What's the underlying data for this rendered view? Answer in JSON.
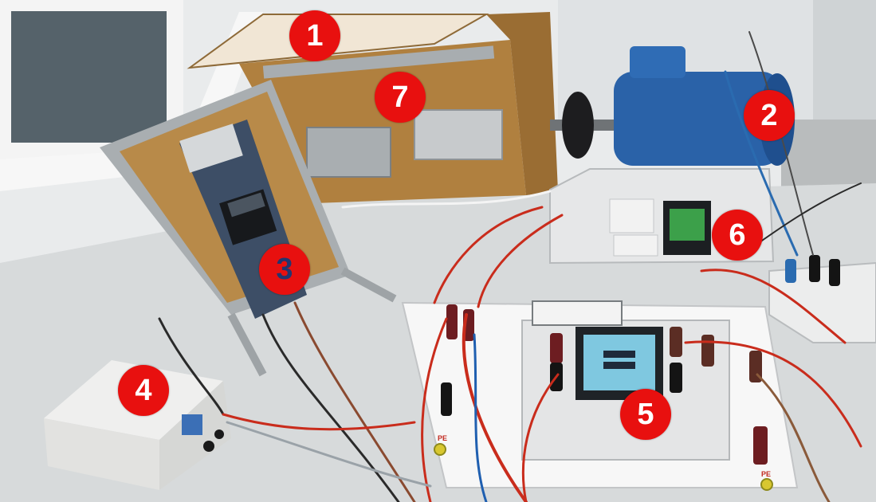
{
  "colors": {
    "marker_fill": "#e8100f",
    "marker_text": "#ffffff",
    "marker_text_alt": "#24356e",
    "motor_blue": "#2a62a8",
    "wood": "#b0803f",
    "wall": "#e9ebec",
    "table": "#d7dadb",
    "cable_red": "#c92c1c",
    "meter_screen": "#7fc8e0"
  },
  "markers": [
    {
      "label": "1",
      "text_style": "light"
    },
    {
      "label": "2",
      "text_style": "light"
    },
    {
      "label": "3",
      "text_style": "dark"
    },
    {
      "label": "4",
      "text_style": "light"
    },
    {
      "label": "5",
      "text_style": "light"
    },
    {
      "label": "6",
      "text_style": "light"
    },
    {
      "label": "7",
      "text_style": "light"
    }
  ],
  "panel_labels": {
    "pe_left": "PE",
    "pe_right": "PE"
  }
}
